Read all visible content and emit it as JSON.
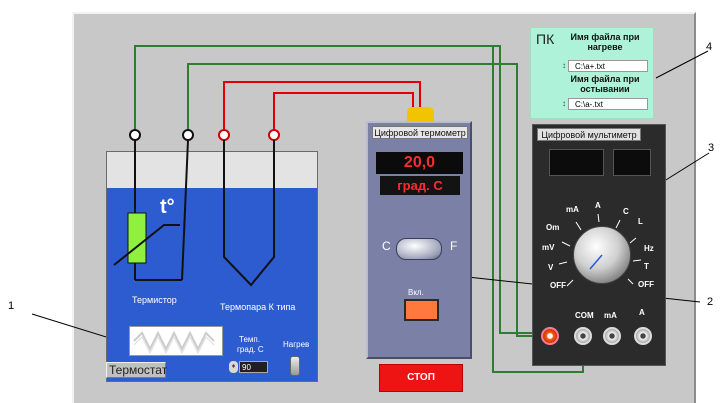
{
  "callouts": [
    "1",
    "2",
    "3",
    "4"
  ],
  "thermostat": {
    "label": "Термостат",
    "thermistor_label": "Термистор",
    "thermocouple_label": "Термопара К типа",
    "symbol": "t°",
    "temp_label_line1": "Темп.",
    "temp_label_line2": "град. С",
    "temp_value": "90",
    "heat_label": "Нагрев"
  },
  "thermometer": {
    "title": "Цифровой термометр",
    "value": "20,0",
    "unit": "град. С",
    "scale_c": "C",
    "scale_f": "F",
    "on_label": "Вкл."
  },
  "stop_label": "СТОП",
  "pc": {
    "title": "ПК",
    "heat_heading": "Имя файла при нагреве",
    "heat_file": "C:\\a+.txt",
    "cool_heading": "Имя файла при остывании",
    "cool_file": "C:\\a-.txt"
  },
  "multimeter": {
    "title": "Цифровой мультиметр",
    "dial": [
      "A",
      "mA",
      "C",
      "Om",
      "L",
      "mV",
      "Hz",
      "V",
      "T",
      "OFF",
      "OFF"
    ],
    "jacks": [
      "COM",
      "mA",
      "A"
    ]
  },
  "colors": {
    "panel": "#c8c8c8",
    "bath_water": "#2d5bd0",
    "wire_green": "#2e7d32",
    "wire_red": "#e00000",
    "display_text": "#ff2c2c"
  }
}
